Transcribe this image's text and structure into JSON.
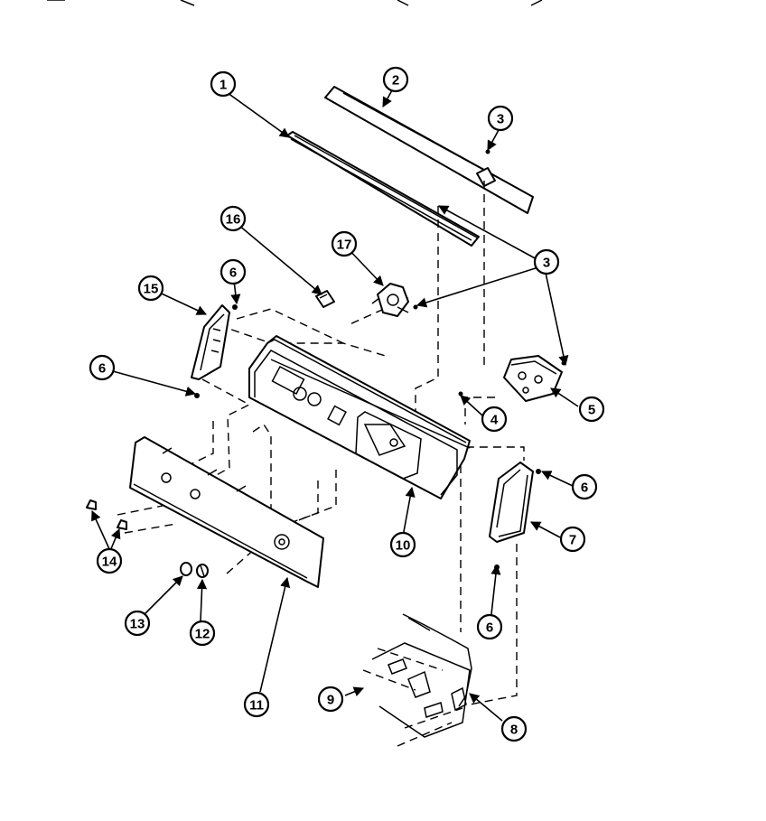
{
  "callouts": {
    "c1": "1",
    "c2": "2",
    "c3a": "3",
    "c3b": "3",
    "c4": "4",
    "c5": "5",
    "c6a": "6",
    "c6b": "6",
    "c6c": "6",
    "c6d": "6",
    "c7": "7",
    "c8": "8",
    "c9": "9",
    "c10": "10",
    "c11": "11",
    "c12": "12",
    "c13": "13",
    "c14": "14",
    "c15": "15",
    "c16": "16",
    "c17": "17"
  },
  "colors": {
    "line": "#000000",
    "background": "#ffffff"
  }
}
